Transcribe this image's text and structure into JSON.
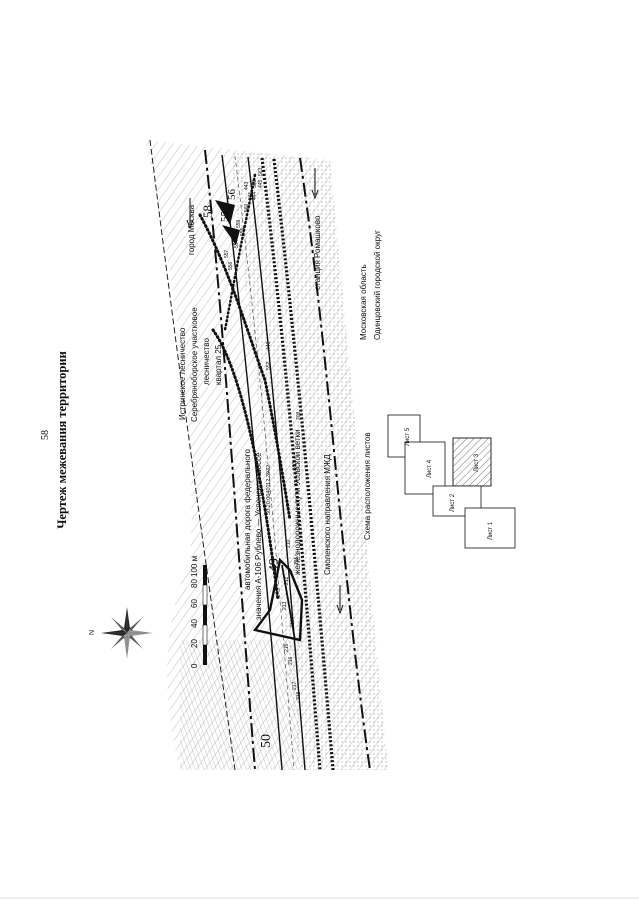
{
  "page": {
    "number": "58",
    "title": "Чертеж межевания территории"
  },
  "scale_bar": {
    "ticks": [
      "0",
      "20",
      "40",
      "60",
      "80",
      "100 м"
    ]
  },
  "compass": {
    "north_label": "N"
  },
  "map_labels": {
    "road_line1": "автомобильная дорога федерального",
    "road_line2": "значения А-106 Рублево — Успенское шоссе",
    "forestry_line1": "Истринское лесничество",
    "forestry_line2": "Серебряноборское участковое",
    "forestry_line3": "лесничество",
    "forestry_line4": "квартал 25",
    "city": "город Москва",
    "station": "станция Ромашково",
    "rail_line1": "железнодорожные пути Усовской ветки",
    "rail_line2": "Смоленского направления МЖД",
    "region_line1": "Московская область",
    "region_line2": "Одинцовский городской округ",
    "cadastral": "50:20:0040112:3932",
    "zone_49": "49",
    "zone_50": "50",
    "zone_58": "58",
    "zone_55": "55",
    "zone_56": "56"
  },
  "parcel_numbers": [
    "218",
    "217",
    "216",
    "215",
    "214",
    "213",
    "212",
    "211",
    "210",
    "209",
    "563",
    "562",
    "561",
    "560",
    "559",
    "558",
    "557",
    "556",
    "555",
    "554",
    "553",
    "552",
    "446",
    "445",
    "444",
    "443"
  ],
  "sheet_scheme": {
    "title": "Схема расположения листов",
    "sheets": [
      "Лист 1",
      "Лист 2",
      "Лист 3",
      "Лист 4",
      "Лист 5"
    ],
    "highlighted": "Лист 3"
  }
}
